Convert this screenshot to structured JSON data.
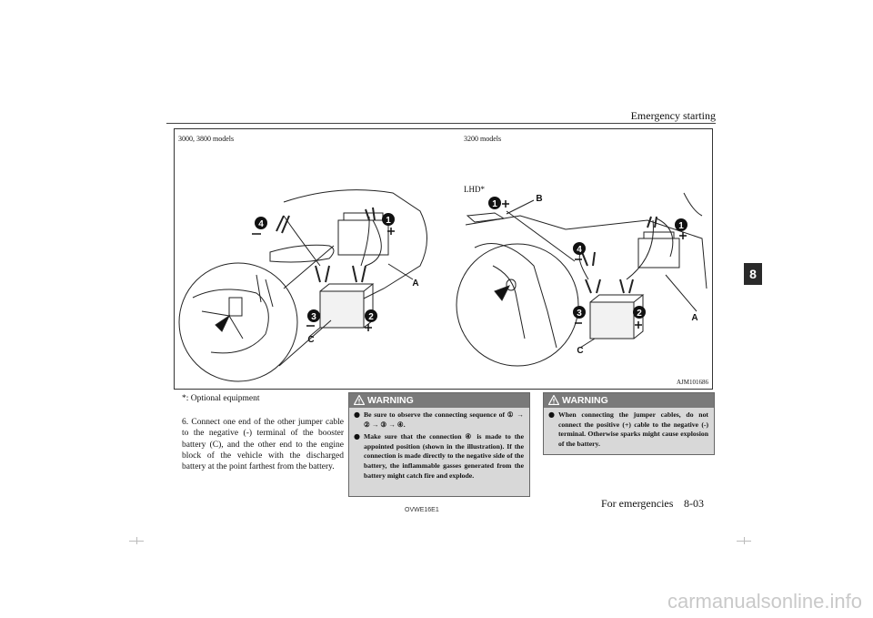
{
  "header": {
    "title": "Emergency starting"
  },
  "chapter_tab": "8",
  "figure": {
    "left_label": "3000, 3800 models",
    "right_label": "3200 models",
    "lhd_label": "LHD*",
    "code": "AJM101686",
    "callouts": {
      "a": "A",
      "b": "B",
      "c": "C",
      "one": "1",
      "two": "2",
      "three": "3",
      "four": "4"
    }
  },
  "footnote": "*: Optional equipment",
  "step": {
    "number": "6.",
    "text": "Connect one end of the other jumper cable to the negative (-) terminal of the booster battery (C), and the other end to the engine block of the vehicle with the discharged battery at the point farthest from the battery."
  },
  "warning_left": {
    "title": "WARNING",
    "items": [
      "Be sure to observe the connecting sequence of ① → ② → ③ → ④.",
      "Make sure that the connection ④ is made to the appointed position (shown in the illustration). If the connection is made directly to the negative side of the battery, the inflammable gasses generated from the battery might catch fire and explode."
    ]
  },
  "warning_right": {
    "title": "WARNING",
    "items": [
      "When connecting the jumper cables, do not connect the positive (+) cable to the negative (-) terminal. Otherwise sparks might cause explosion of the battery."
    ]
  },
  "footer": {
    "code": "OVWE16E1",
    "section": "For emergencies",
    "page": "8-03"
  },
  "watermark": "carmanualsonline.info"
}
